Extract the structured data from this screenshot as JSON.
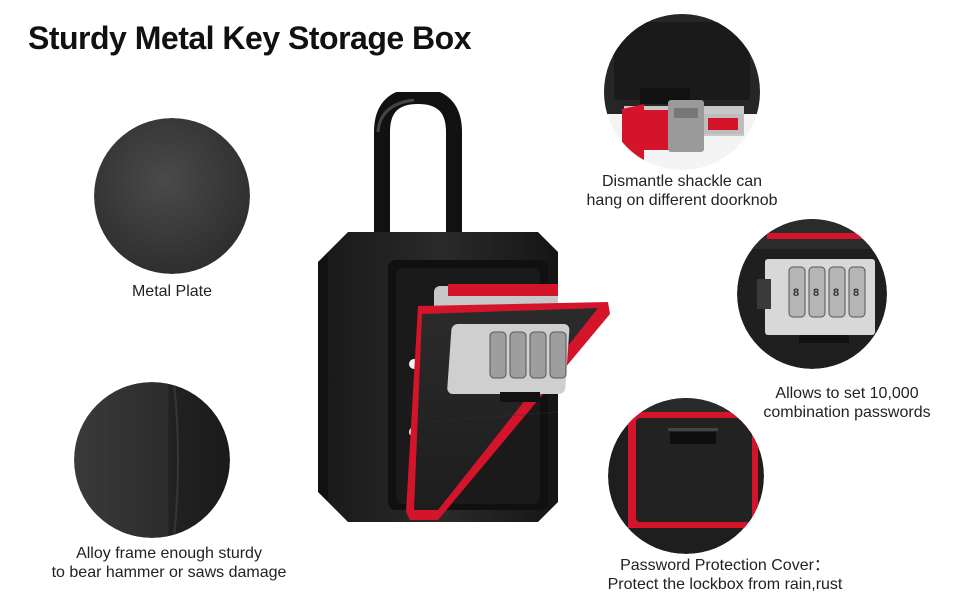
{
  "title": "Sturdy Metal Key Storage Box",
  "features": {
    "metal_plate": {
      "lines": [
        "Metal Plate"
      ]
    },
    "alloy_frame": {
      "lines": [
        "Alloy frame enough sturdy",
        "to bear hammer or saws damage"
      ]
    },
    "shackle": {
      "lines": [
        "Dismantle shackle can",
        "hang on different doorknob"
      ]
    },
    "combination": {
      "lines": [
        "Allows to set 10,000",
        "combination passwords"
      ]
    },
    "cover": {
      "lines": [
        "Password Protection Cover：",
        "Protect the lockbox from rain,rust"
      ]
    }
  },
  "colors": {
    "accent_red": "#d4142a",
    "body_black": "#1c1c1c",
    "plate_gray": "#2e2e2e"
  }
}
